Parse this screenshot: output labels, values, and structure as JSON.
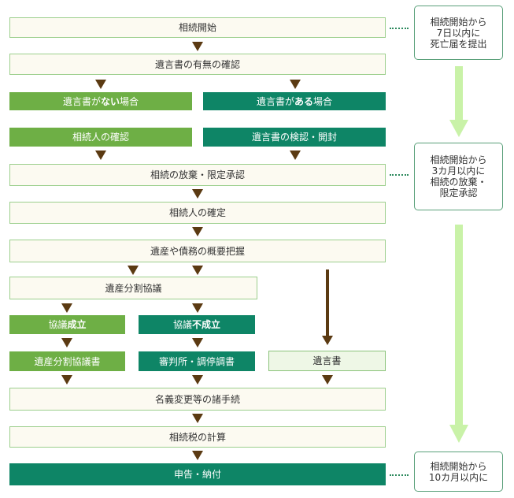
{
  "steps": {
    "start": "相続開始",
    "will_check": "遺言書の有無の確認",
    "no_will_prefix": "遺言書が",
    "no_will_emph": "ない",
    "no_will_suffix": "場合",
    "has_will_prefix": "遺言書が",
    "has_will_emph": "ある",
    "has_will_suffix": "場合",
    "heir_check": "相続人の確認",
    "will_inspect": "遺言書の検認・開封",
    "renounce": "相続の放棄・限定承認",
    "heir_confirm": "相続人の確定",
    "estate_grasp": "遺産や債務の概要把握",
    "division": "遺産分割協議",
    "agree_prefix": "協議",
    "agree_emph": "成立",
    "fail_prefix": "協議",
    "fail_emph": "不成立",
    "division_doc": "遺産分割協議書",
    "court_doc": "審判所・調停調書",
    "will_doc": "遺言書",
    "transfer": "名義変更等の諸手続",
    "tax_calc": "相続税の計算",
    "filing": "申告・納付"
  },
  "notes": {
    "death_notice": [
      "相続開始から",
      "7日以内に",
      "死亡届を提出"
    ],
    "renounce_deadline": [
      "相続開始から",
      "3カ月以内に",
      "相続の放棄・",
      "限定承認"
    ],
    "tax_deadline": [
      "相続開始から",
      "10カ月以内に"
    ]
  },
  "colors": {
    "beige": "#fcfaf1",
    "light_green": "#6eaf45",
    "dark_green": "#0e8566",
    "pale_green": "#eef7e6",
    "arrow_brown": "#5b3a12",
    "timeline_green": "#c9f2a8"
  }
}
